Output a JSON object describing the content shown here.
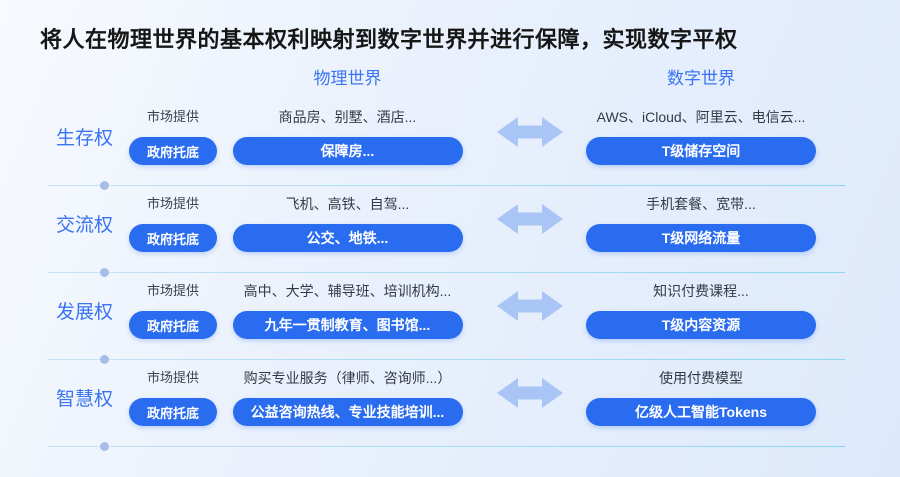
{
  "title": "将人在物理世界的基本权利映射到数字世界并进行保障，实现数字平权",
  "column_headers": {
    "physical": "物理世界",
    "digital": "数字世界"
  },
  "rows": [
    {
      "label": "生存权",
      "market_label": "市场提供",
      "government_label": "政府托底",
      "physical_market": "商品房、别墅、酒店...",
      "physical_government": "保障房...",
      "digital_market": "AWS、iCloud、阿里云、电信云...",
      "digital_government": "T级储存空间"
    },
    {
      "label": "交流权",
      "market_label": "市场提供",
      "government_label": "政府托底",
      "physical_market": "飞机、高铁、自驾...",
      "physical_government": "公交、地铁...",
      "digital_market": "手机套餐、宽带...",
      "digital_government": "T级网络流量"
    },
    {
      "label": "发展权",
      "market_label": "市场提供",
      "government_label": "政府托底",
      "physical_market": "高中、大学、辅导班、培训机构...",
      "physical_government": "九年一贯制教育、图书馆...",
      "digital_market": "知识付费课程...",
      "digital_government": "T级内容资源"
    },
    {
      "label": "智慧权",
      "market_label": "市场提供",
      "government_label": "政府托底",
      "physical_market": "购买专业服务（律师、咨询师...）",
      "physical_government": "公益咨询热线、专业技能培训...",
      "digital_market": "使用付费模型",
      "digital_government": "亿级人工智能Tokens"
    }
  ],
  "icons": {
    "row_connector": "double-arrow-icon"
  },
  "colors": {
    "accent_blue": "#2a6cf0",
    "text_blue": "#3b74f2",
    "arrow_blue": "#a9c5f5",
    "divider_blue": "#a5dcf0",
    "dot_blue": "#a9bce8",
    "title_text": "#161616"
  }
}
